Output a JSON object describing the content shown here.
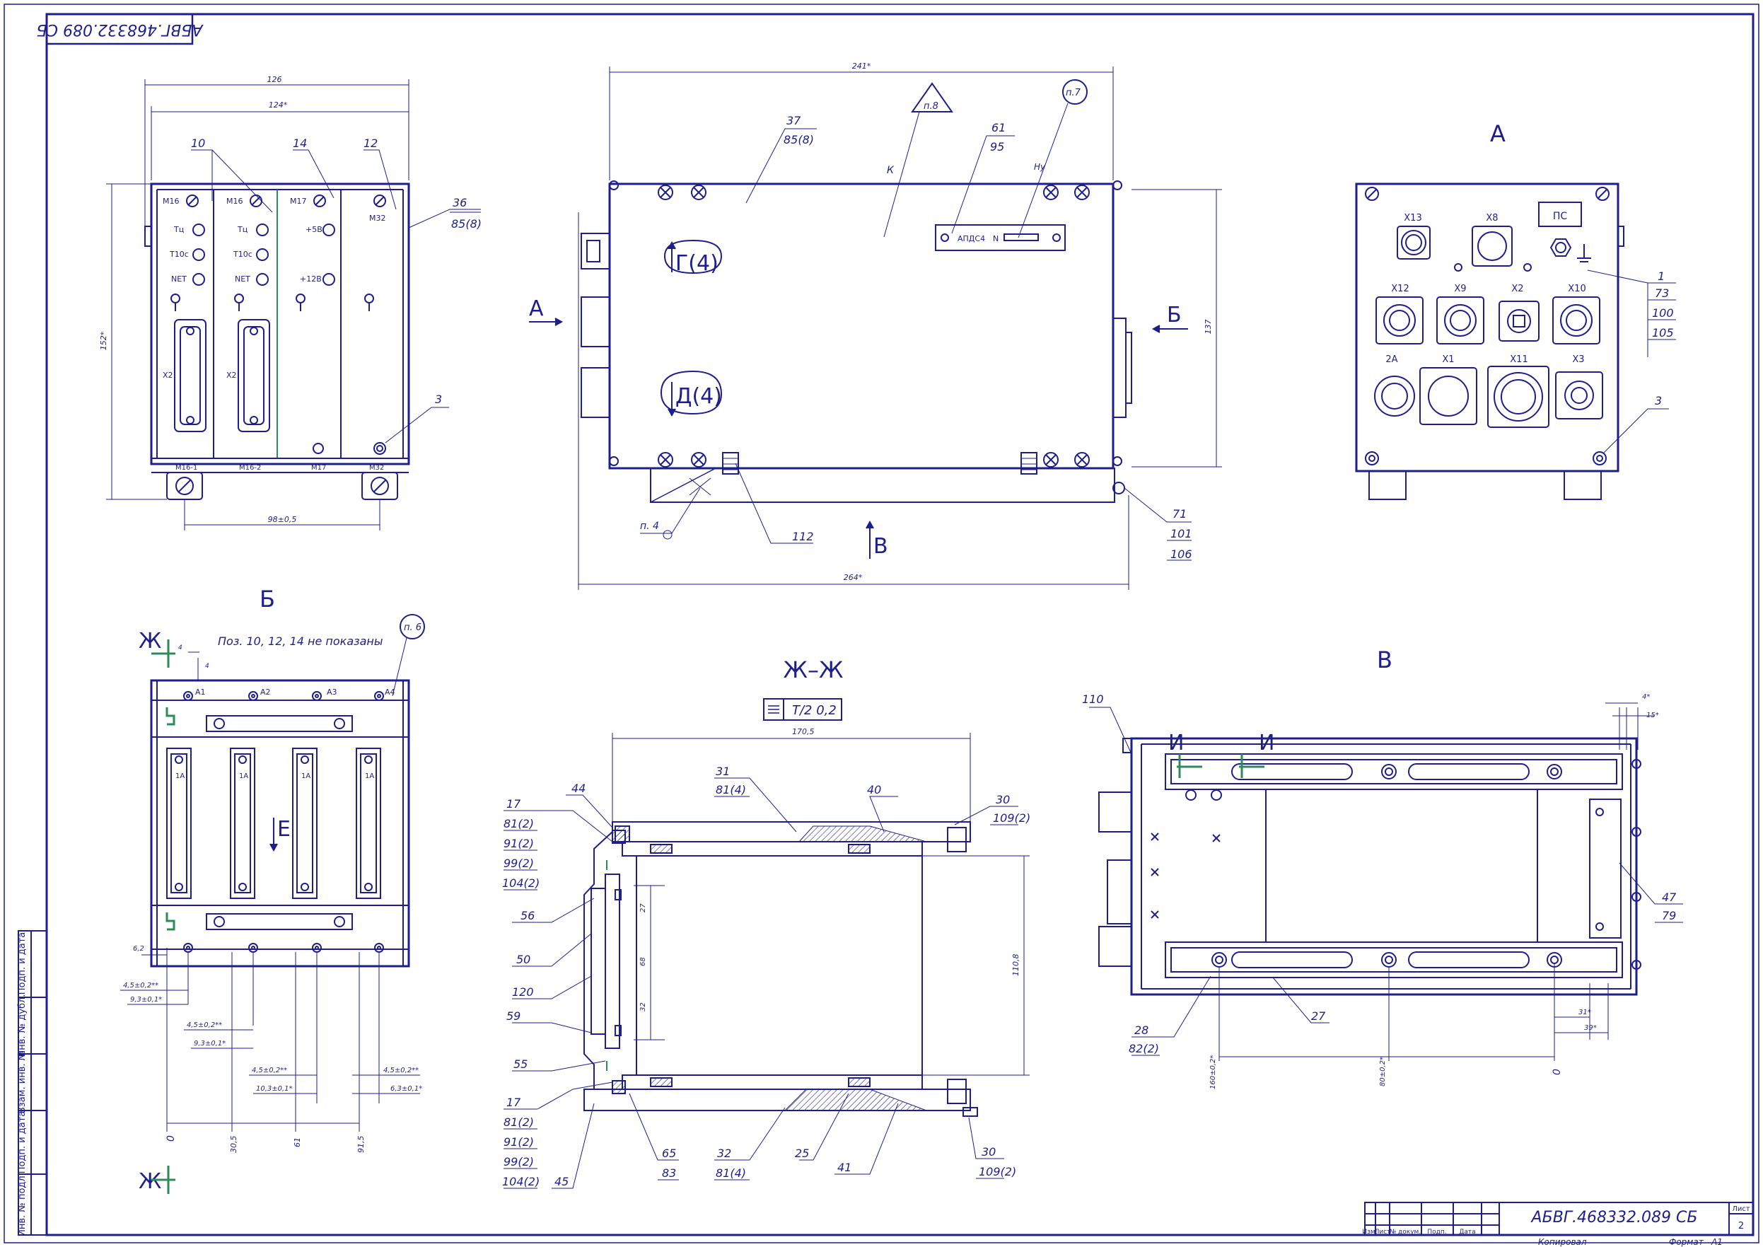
{
  "stamp": {
    "code_rotated": "АБВГ.468332.089 СБ",
    "code": "АБВГ.468332.089 СБ",
    "sheet_label": "Лист",
    "sheet_num": "2",
    "cols": [
      "Изм.",
      "Лист",
      "№ докум.",
      "Подп.",
      "Дата"
    ],
    "copied": "Копировал",
    "format": "Формат",
    "format_val": "A1"
  },
  "side_labels": [
    "Подп. и дата",
    "Инв. № дубл.",
    "Взам. инв. №",
    "Подп. и дата",
    "Инв. № подл."
  ],
  "views": {
    "a": "А",
    "b": "Б",
    "v": "В",
    "zh": "Ж–Ж"
  },
  "arrows": {
    "a": "А",
    "b": "Б",
    "v": "В",
    "g": "Г(4)",
    "d": "Д(4)",
    "e": "Е",
    "zh1": "Ж",
    "zh2": "Ж",
    "i1": "И",
    "i2": "И"
  },
  "front": {
    "dims": {
      "w1": "126",
      "w2": "124*",
      "h": "152*",
      "bottom": "98±0,5"
    },
    "leaders": {
      "p10": "10",
      "p14": "14",
      "p12": "12",
      "p36a": "36",
      "p36b": "85(8)",
      "p3": "3"
    },
    "modules": [
      {
        "name": "M16",
        "t1": "Тц",
        "t2": "T10с",
        "t3": "NET",
        "conn": "X2",
        "foot": "M16-1"
      },
      {
        "name": "M16",
        "t1": "Тц",
        "t2": "T10с",
        "t3": "NET",
        "conn": "X2",
        "foot": "M16-2"
      },
      {
        "name": "M17",
        "t1": "+5В",
        "t2": "+12В",
        "foot": "M17"
      },
      {
        "name": "M32",
        "foot": "M32"
      }
    ]
  },
  "side": {
    "dims": {
      "top": "241*",
      "bottom": "264*",
      "h": "137"
    },
    "tags": {
      "p8": "п.8",
      "p7": "п.7",
      "p4": "п. 4",
      "k": "К",
      "nu": "Ну",
      "plate": "АПДС4",
      "plate_n": "N"
    },
    "leaders": {
      "p37a": "37",
      "p37b": "85(8)",
      "p61": "61",
      "p95": "95",
      "p112": "112",
      "p71": "71",
      "p101": "101",
      "p106": "106"
    }
  },
  "viewA": {
    "conns": {
      "x13": "X13",
      "x8": "X8",
      "ps": "ПС",
      "x12": "X12",
      "x9": "X9",
      "x2": "X2",
      "x10": "X10",
      "a2": "2A",
      "x1": "X1",
      "x11": "X11",
      "x3": "X3"
    },
    "leaders": {
      "p1": "1",
      "p73": "73",
      "p100": "100",
      "p105": "105",
      "p3": "3"
    }
  },
  "viewB": {
    "note": "Поз. 10, 12, 14 не показаны",
    "p6": "п. 6",
    "slots": [
      "A1",
      "A2",
      "A3",
      "A4"
    ],
    "slot_tag": "1А",
    "dims": {
      "d62": "6,2",
      "d45a": "4,5±0,2**",
      "d93a": "9,3±0,1*",
      "d45b": "4,5±0,2**",
      "d93b": "9,3±0,1*",
      "d45c": "4,5±0,2**",
      "d103": "10,3±0,1*",
      "d45d": "4,5±0,2**",
      "d63": "6,3±0,1*",
      "z0": "0",
      "z305": "30,5",
      "z61": "61",
      "z915": "91,5",
      "t4": "4",
      "t6": "4"
    }
  },
  "section": {
    "tol": "T/2 0,2",
    "dim_top": "170,5",
    "dims": {
      "d1108": "110,8",
      "d27": "27",
      "d68": "68",
      "d32": "32"
    },
    "left": [
      "44",
      "17",
      "81(2)",
      "91(2)",
      "99(2)",
      "104(2)",
      "56",
      "50",
      "120",
      "59",
      "55",
      "17",
      "81(2)",
      "91(2)",
      "99(2)",
      "104(2)",
      "45"
    ],
    "right": [
      "31",
      "81(4)",
      "40",
      "30",
      "109(2)",
      "65",
      "83",
      "32",
      "81(4)",
      "25",
      "41",
      "30",
      "109(2)"
    ]
  },
  "viewV": {
    "dims": {
      "d4": "4*",
      "d15": "15*",
      "d31": "31*",
      "d39": "39*",
      "d160": "160±0,2*",
      "d80": "80±0,2*",
      "z0": "0"
    },
    "leaders": {
      "p110": "110",
      "p47": "47",
      "p79": "79",
      "p28": "28",
      "p82": "82(2)",
      "p27": "27"
    }
  }
}
